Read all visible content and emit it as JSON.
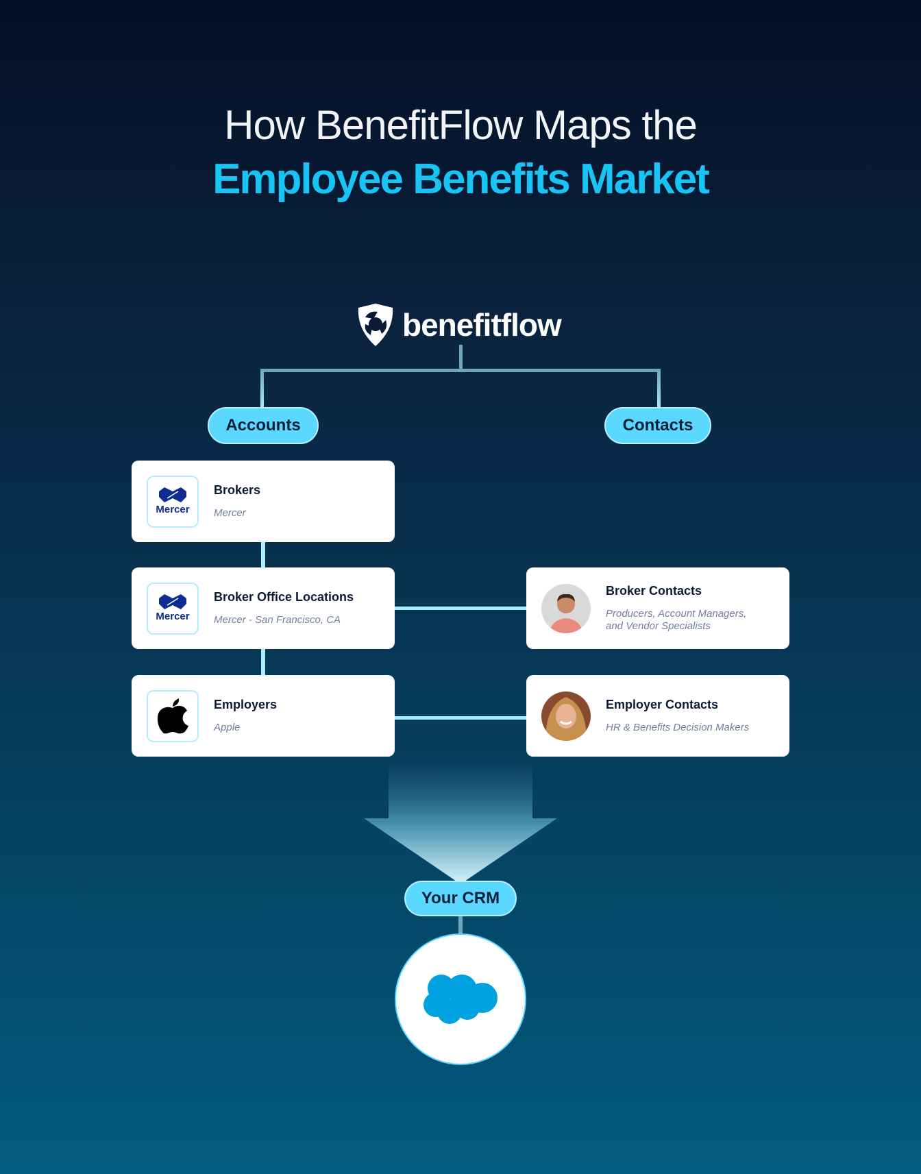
{
  "title": {
    "line1": "How BenefitFlow Maps the",
    "line2": "Employee Benefits Market"
  },
  "logo": {
    "text": "benefitflow"
  },
  "pills": {
    "accounts": "Accounts",
    "contacts": "Contacts",
    "crm": "Your CRM"
  },
  "accounts": [
    {
      "title": "Brokers",
      "subtitle": "Mercer",
      "logo": "Mercer"
    },
    {
      "title": "Broker Office Locations",
      "subtitle": "Mercer - San Francisco, CA",
      "logo": "Mercer"
    },
    {
      "title": "Employers",
      "subtitle": "Apple",
      "logo": "apple-icon"
    }
  ],
  "contacts": [
    {
      "title": "Broker Contacts",
      "subtitle": "Producers, Account Managers, and Vendor Specialists"
    },
    {
      "title": "Employer Contacts",
      "subtitle": "HR & Benefits Decision Makers"
    }
  ],
  "colors": {
    "accent": "#19c4f5",
    "pill": "#5ad8ff",
    "salesforce": "#00a1e0"
  }
}
